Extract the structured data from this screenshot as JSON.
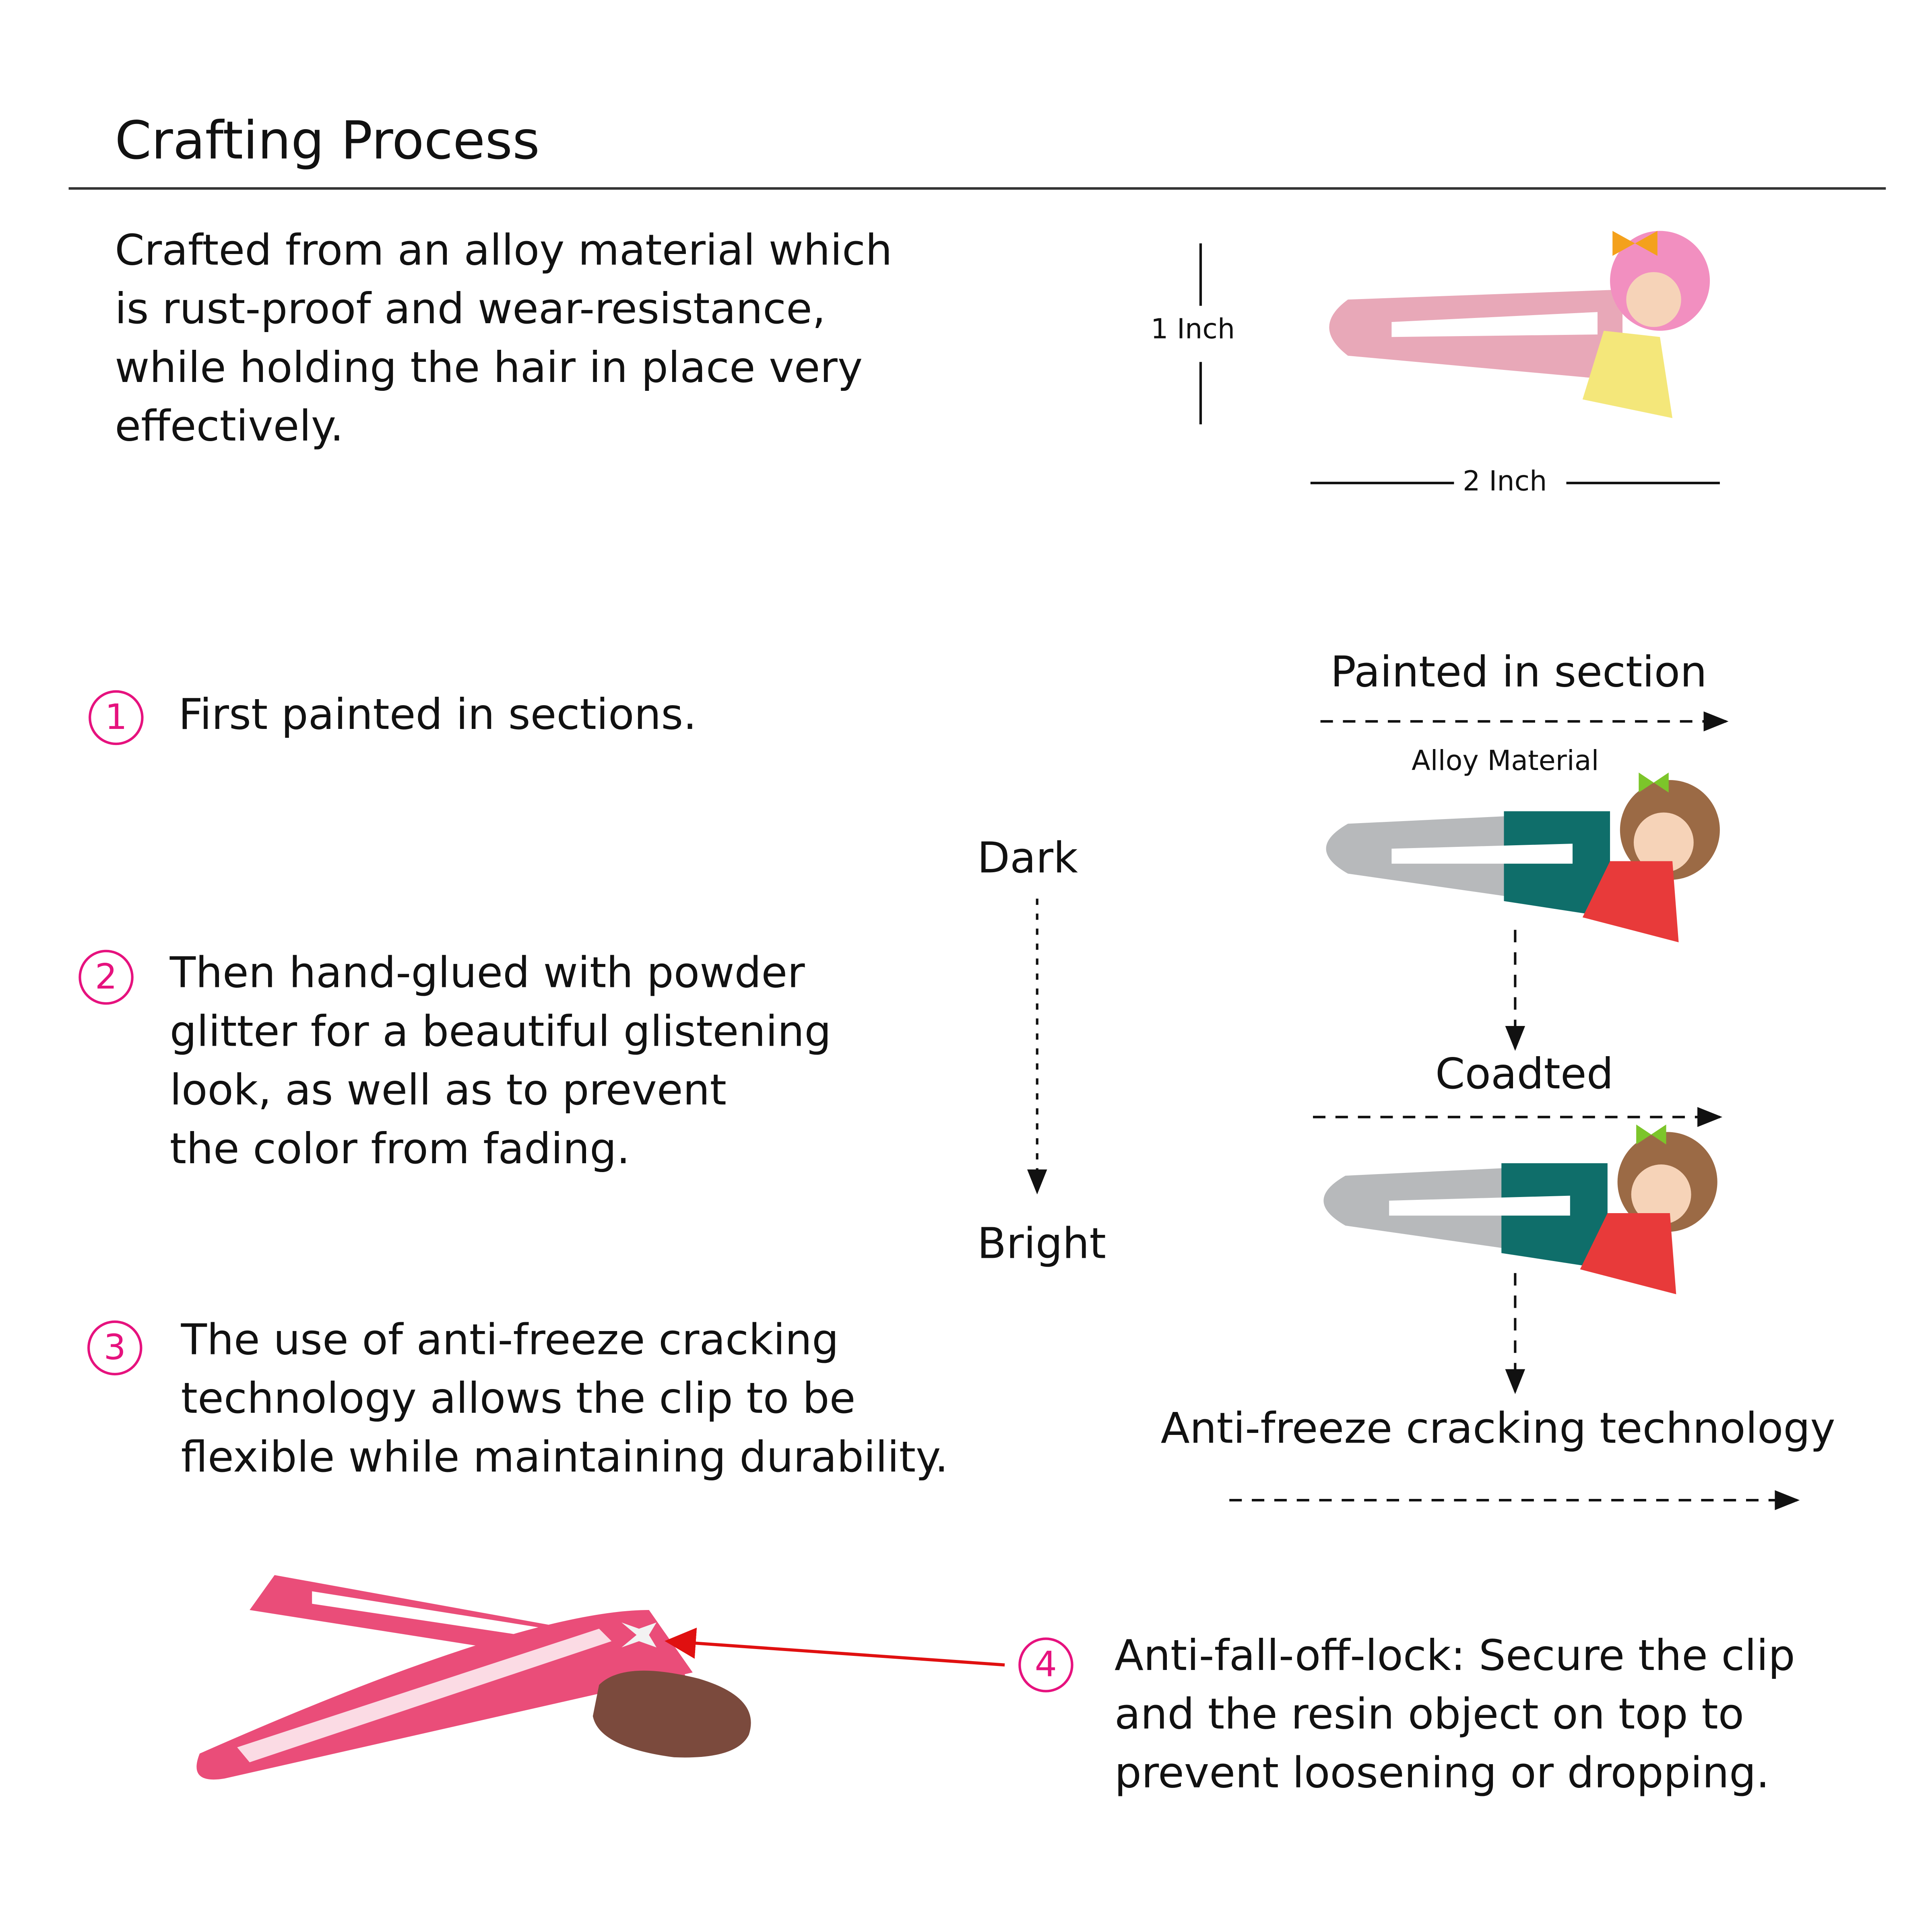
{
  "title": "Crafting Process",
  "intro": [
    "Crafted from an alloy material which",
    "is rust-proof and wear-resistance,",
    "while holding the hair in place very",
    "effectively."
  ],
  "dimensions": {
    "height": "1 Inch",
    "width": "2 Inch"
  },
  "steps": [
    {
      "number": "1",
      "lines": [
        "First painted in sections."
      ]
    },
    {
      "number": "2",
      "lines": [
        "Then hand-glued with powder",
        "glitter for a beautiful glistening",
        "look, as well as to prevent",
        "the color from fading."
      ]
    },
    {
      "number": "3",
      "lines": [
        "The use of anti-freeze cracking",
        "technology allows the clip to be",
        "flexible while maintaining durability."
      ]
    },
    {
      "number": "4",
      "lines": [
        "Anti-fall-off-lock: Secure the clip",
        "and the resin object on top to",
        "prevent loosening or dropping."
      ]
    }
  ],
  "diagram": {
    "painted": "Painted in section",
    "alloy": "Alloy Material",
    "coated": "Coadted",
    "antifreeze": "Anti-freeze cracking technology",
    "dark": "Dark",
    "bright": "Bright"
  },
  "colors": {
    "accent": "#e6127e",
    "teal": "#0f6e6a",
    "pink_clip": "#e8a8b8",
    "red_clip": "#ea4d79",
    "arrow": "#e01010"
  }
}
